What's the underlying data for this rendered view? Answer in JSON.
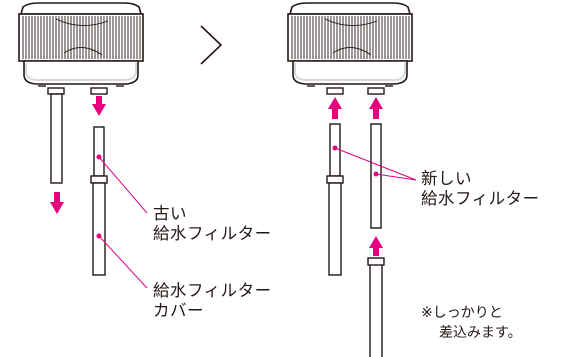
{
  "colors": {
    "line": "#231815",
    "accent": "#e4007f",
    "unit_fill": "#ffffff",
    "shadow": "#d8d8d8"
  },
  "icons": {
    "step_arrow": "right-triangle-outline"
  },
  "labels": {
    "old_filter": [
      "古い",
      "給水フィルター"
    ],
    "filter_cover": [
      "給水フィルター",
      "カバー"
    ],
    "new_filter": [
      "新しい",
      "給水フィルター"
    ]
  },
  "note": [
    "※しっかりと",
    "差込みます。"
  ]
}
